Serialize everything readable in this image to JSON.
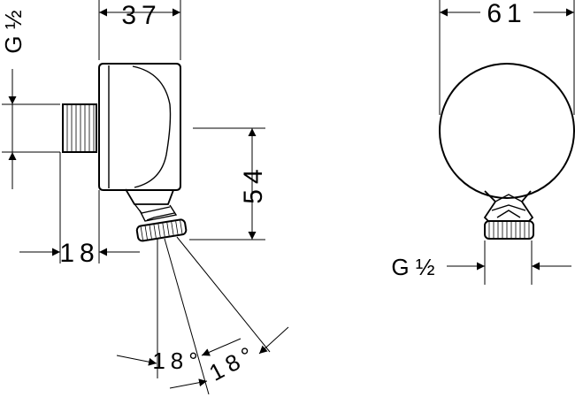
{
  "dimensions": {
    "side_width": "37",
    "front_width": "61",
    "height": "54",
    "offset": "18",
    "thread_left": "G ½",
    "thread_right": "G ½",
    "swivel_angle_1": "18°",
    "swivel_angle_2": "18°"
  },
  "colors": {
    "line": "#000000",
    "background": "#ffffff"
  }
}
